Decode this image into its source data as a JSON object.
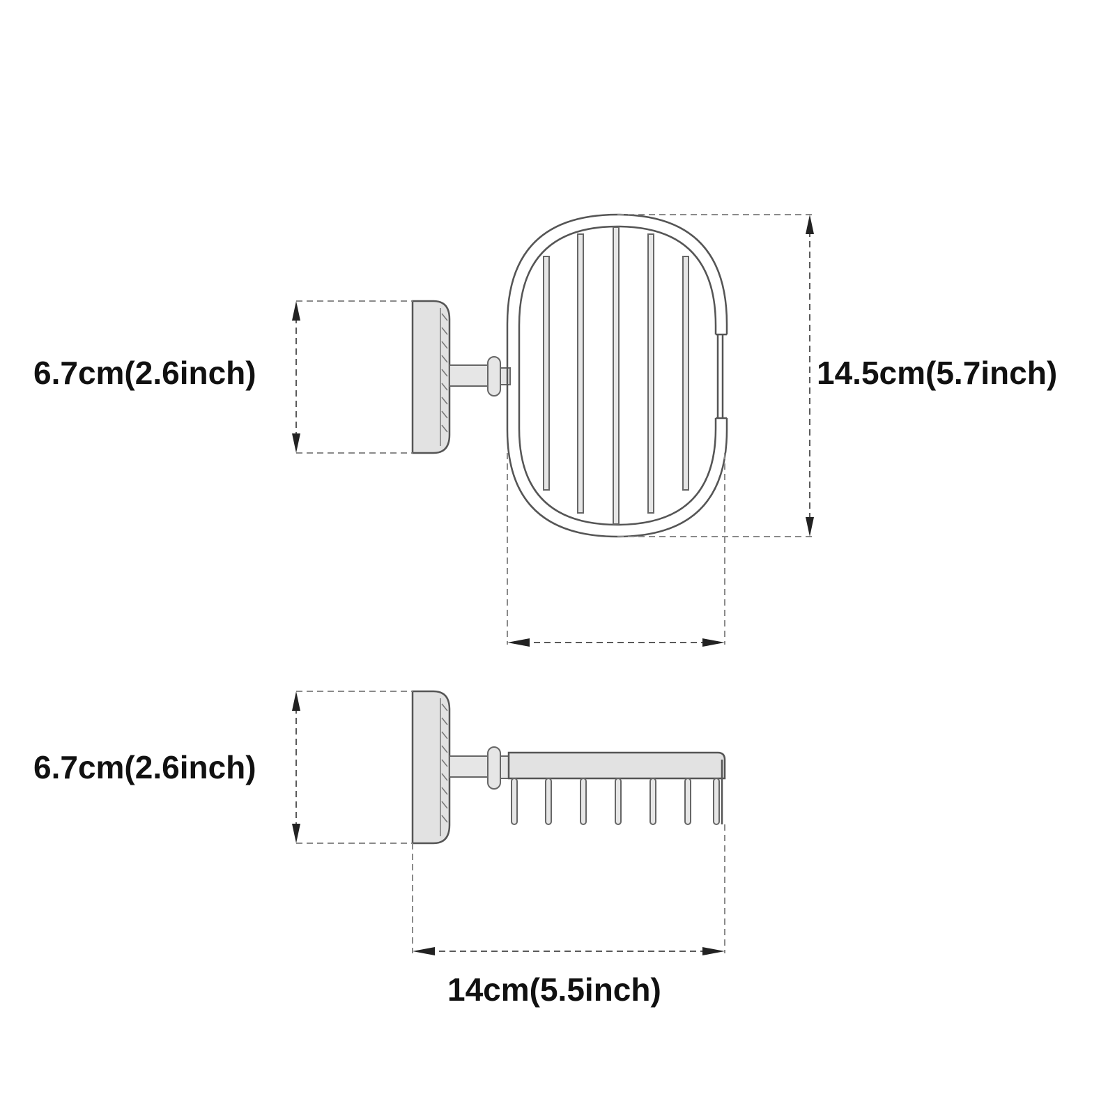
{
  "dimensions": {
    "front_view_mount_height": "6.7cm(2.6inch)",
    "front_view_basket_height": "14.5cm(5.7inch)",
    "side_view_mount_height": "6.7cm(2.6inch)",
    "side_view_total_depth": "14cm(5.5inch)"
  },
  "colors": {
    "background": "#ffffff",
    "line": "#555555",
    "fill": "#e2e2e2",
    "dash": "#8a8a8a"
  }
}
